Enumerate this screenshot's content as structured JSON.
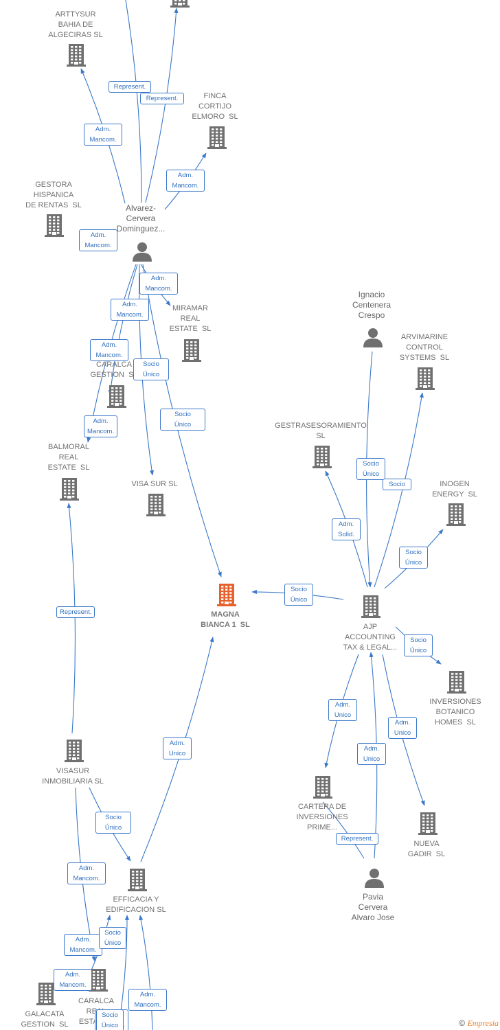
{
  "colors": {
    "edge": "#3a78c9",
    "node_icon": "#707070",
    "focus_icon": "#e8602c"
  },
  "nodes": [
    {
      "id": "n_top1",
      "label": "",
      "type": "company"
    },
    {
      "id": "n_arttysur",
      "label": "ARTTYSUR\nBAHIA DE\nALGECIRAS SL",
      "type": "company"
    },
    {
      "id": "n_finca",
      "label": "FINCA\nCORTIJO\nELMORO  SL",
      "type": "company"
    },
    {
      "id": "n_gestora",
      "label": "GESTORA\nHISPANICA\nDE RENTAS  SL",
      "type": "company"
    },
    {
      "id": "n_alvarez",
      "label": "Alvarez-\nCervera\nDominguez...",
      "type": "person"
    },
    {
      "id": "n_miramar",
      "label": "MIRAMAR\nREAL\nESTATE  SL",
      "type": "company"
    },
    {
      "id": "n_caralca1",
      "label": "CARALCA\nGESTION  SL",
      "type": "company"
    },
    {
      "id": "n_balmoral",
      "label": "BALMORAL\nREAL\nESTATE  SL",
      "type": "company"
    },
    {
      "id": "n_visasur",
      "label": "VISA SUR SL",
      "type": "company"
    },
    {
      "id": "n_magna",
      "label": "MAGNA\nBIANCA 1  SL",
      "type": "focus"
    },
    {
      "id": "n_ignacio",
      "label": "Ignacio\nCentenera\nCrespo",
      "type": "person"
    },
    {
      "id": "n_arvimarine",
      "label": "ARVIMARINE\nCONTROL\nSYSTEMS  SL",
      "type": "company"
    },
    {
      "id": "n_gestras",
      "label": "GESTRASESORAMIENTO\nSL",
      "type": "company"
    },
    {
      "id": "n_inogen",
      "label": "INOGEN\nENERGY  SL",
      "type": "company"
    },
    {
      "id": "n_ajp",
      "label": "AJP\nACCOUNTING\nTAX & LEGAL...",
      "type": "company"
    },
    {
      "id": "n_botanico",
      "label": "INVERSIONES\nBOTANICO\nHOMES  SL",
      "type": "company"
    },
    {
      "id": "n_cartera",
      "label": "CARTERA DE\nINVERSIONES\nPRIME...",
      "type": "company"
    },
    {
      "id": "n_nueva",
      "label": "NUEVA\nGADIR  SL",
      "type": "company"
    },
    {
      "id": "n_pavia",
      "label": "Pavia\nCervera\nAlvaro Jose",
      "type": "person"
    },
    {
      "id": "n_visasur_inm",
      "label": "VISASUR\nINMOBILIARIA SL",
      "type": "company"
    },
    {
      "id": "n_efficacia",
      "label": "EFFICACIA Y\nEDIFICACION SL",
      "type": "company"
    },
    {
      "id": "n_caralca2",
      "label": "CARALCA\nREAL\nESTATE...",
      "type": "company"
    },
    {
      "id": "n_galacata",
      "label": "GALACATA\nGESTION  SL",
      "type": "company"
    }
  ],
  "edge_labels": [
    "Represent.",
    "Represent.",
    "Adm.\nMancom.",
    "Adm.\nMancom.",
    "Adm.\nMancom.",
    "Adm.\nMancom.",
    "Adm.\nMancom.",
    "Adm.\nMancom.",
    "Socio\nÚnico",
    "Adm.\nMancom.",
    "Socio\nÚnico",
    "Represent.",
    "Socio\nÚnico",
    "Socio",
    "Adm.\nSolid.",
    "Socio\nÚnico",
    "Socio\nÚnico",
    "Socio\nÚnico",
    "Adm.\nUnico",
    "Adm.\nUnico",
    "Adm.\nUnico",
    "Socio\nÚnico",
    "Represent.",
    "Adm.\nUnico",
    "Adm.\nMancom.",
    "Adm.\nMancom.",
    "Adm.\nMancom.",
    "Socio\nÚnico",
    "Adm.\nMancom.",
    "Adm.\nMancom.",
    "Socio\nÚnico"
  ],
  "footer": {
    "copyright": "©",
    "brand": "Empresia"
  }
}
